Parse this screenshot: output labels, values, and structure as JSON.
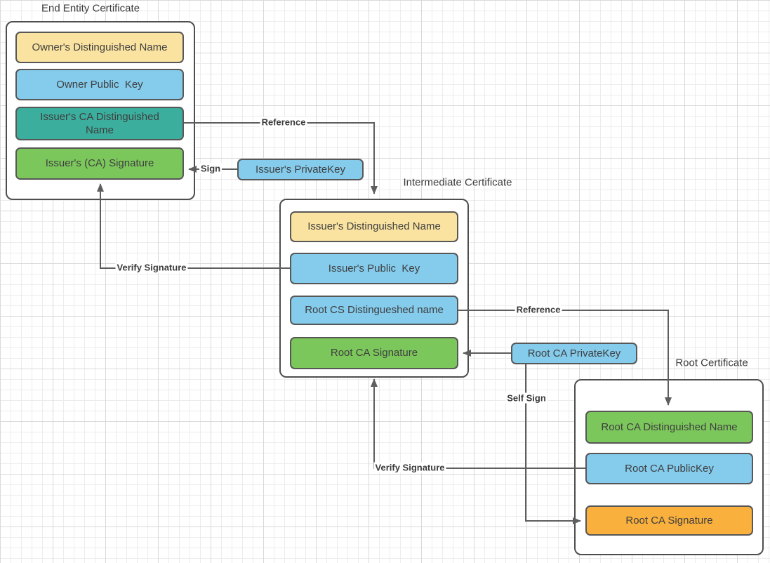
{
  "palette": {
    "yellow": "#FAE3A0",
    "blue": "#84CBEC",
    "teal": "#3BAE9D",
    "green": "#7CC75C",
    "orange": "#FAB03C",
    "line": "#5E5E5E",
    "text": "#3F3F3F"
  },
  "certificates": [
    {
      "title": "End Entity Certificate",
      "fields": [
        {
          "label": "Owner's Distinguished Name",
          "color": "yellow"
        },
        {
          "label": "Owner Public  Key",
          "color": "blue"
        },
        {
          "label": "Issuer's CA Distinguished\nName",
          "color": "teal"
        },
        {
          "label": "Issuer's (CA) Signature",
          "color": "green"
        }
      ]
    },
    {
      "title": "Intermediate Certificate",
      "fields": [
        {
          "label": "Issuer's Distinguished Name",
          "color": "yellow"
        },
        {
          "label": "Issuer's Public  Key",
          "color": "blue"
        },
        {
          "label": "Root CS Distingueshed name",
          "color": "blue"
        },
        {
          "label": "Root CA Signature",
          "color": "green"
        }
      ]
    },
    {
      "title": "Root Certificate",
      "fields": [
        {
          "label": "Root CA Distinguished Name",
          "color": "green"
        },
        {
          "label": "Root CA PublicKey",
          "color": "blue"
        },
        {
          "label": "Root CA Signature",
          "color": "orange"
        }
      ]
    }
  ],
  "keys": [
    {
      "label": "Issuer's PrivateKey",
      "color": "blue"
    },
    {
      "label": "Root CA PrivateKey",
      "color": "blue"
    }
  ],
  "edge_labels": {
    "reference_top": "Reference",
    "sign": "Sign",
    "verify_left": "Verify Signature",
    "reference_mid": "Reference",
    "self_sign": "Self Sign",
    "verify_bottom": "Verify Signature"
  }
}
